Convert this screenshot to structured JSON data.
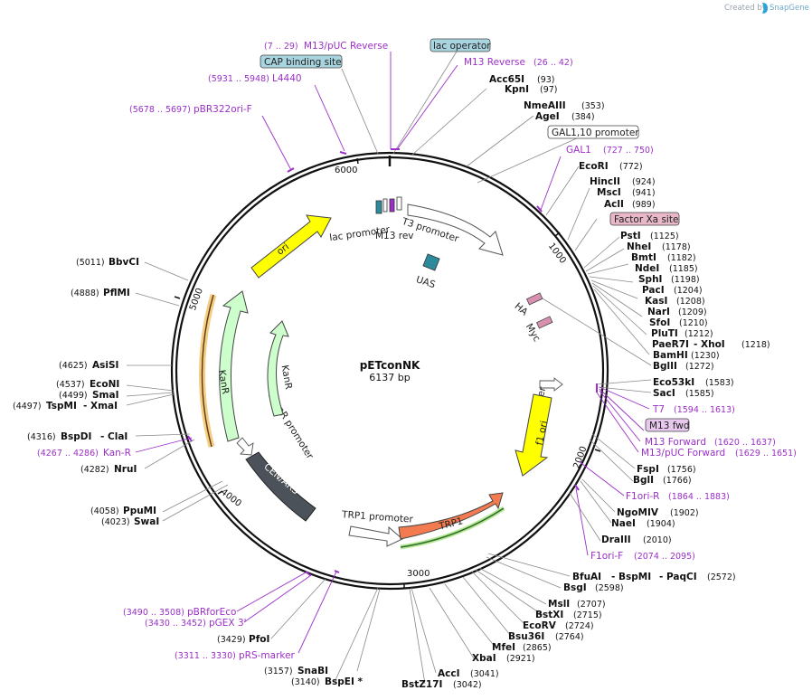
{
  "header": {
    "created_by": "Created by",
    "brand": "SnapGene"
  },
  "plasmid": {
    "name": "pETconNK",
    "length_label": "6137 bp",
    "length": 6137
  },
  "colors": {
    "backbone": "#111111",
    "primer": "#9b30c8",
    "promoter": "#ffffff",
    "ori": "#ffff00",
    "kanr": "#ccffcc",
    "trp1": "#f47b50",
    "cen_ars": "#4b5259",
    "uas": "#2b8a9b",
    "tag": "#d98fb0",
    "misc_box_blue": "#a8d4e0",
    "misc_box_pink": "#e8b8c8"
  },
  "ticks": [
    "1000",
    "2000",
    "3000",
    "4000",
    "5000",
    "6000"
  ],
  "features": [
    {
      "id": "f_ori",
      "label": "ori"
    },
    {
      "id": "f_lac",
      "label": "lac promoter"
    },
    {
      "id": "f_t3",
      "label": "T3 promoter"
    },
    {
      "id": "f_m13rev",
      "label": "M13 rev"
    },
    {
      "id": "f_uas",
      "label": "UAS"
    },
    {
      "id": "f_ha",
      "label": "HA"
    },
    {
      "id": "f_myc",
      "label": "Myc"
    },
    {
      "id": "f_t7p",
      "label": "T7 promoter"
    },
    {
      "id": "f_f1",
      "label": "f1 ori"
    },
    {
      "id": "f_trp1p",
      "label": "TRP1 promoter"
    },
    {
      "id": "f_trp1",
      "label": "TRP1"
    },
    {
      "id": "f_cen",
      "label": "CEN/ARS"
    },
    {
      "id": "f_ampr",
      "label": "AmpR promoter"
    },
    {
      "id": "f_kanr1",
      "label": "KanR"
    },
    {
      "id": "f_kanr2",
      "label": "KanR"
    }
  ],
  "boxes": {
    "lac_operator": "lac operator",
    "cap_site": "CAP binding site",
    "gal_promoter": "GAL1,10 promoter",
    "factor_xa": "Factor Xa site",
    "m13_fwd": "M13 fwd"
  },
  "primers": [
    {
      "id": "p1",
      "name": "M13/pUC Reverse",
      "pos": "(7 .. 29)"
    },
    {
      "id": "p2",
      "name": "M13 Reverse",
      "pos": "(26 .. 42)"
    },
    {
      "id": "p3",
      "name": "L4440",
      "pos": "(5931 .. 5948)"
    },
    {
      "id": "p4",
      "name": "pBR322ori-F",
      "pos": "(5678 .. 5697)"
    },
    {
      "id": "p5",
      "name": "GAL1",
      "pos": "(727 .. 750)"
    },
    {
      "id": "p6",
      "name": "T7",
      "pos": "(1594 .. 1613)"
    },
    {
      "id": "p7",
      "name": "M13 Forward",
      "pos": "(1620 .. 1637)"
    },
    {
      "id": "p8",
      "name": "M13/pUC Forward",
      "pos": "(1629 .. 1651)"
    },
    {
      "id": "p9",
      "name": "F1ori-R",
      "pos": "(1864 .. 1883)"
    },
    {
      "id": "p10",
      "name": "F1ori-F",
      "pos": "(2074 .. 2095)"
    },
    {
      "id": "p11",
      "name": "Kan-R",
      "pos": "(4267 .. 4286)"
    },
    {
      "id": "p12",
      "name": "pBRforEco",
      "pos": "(3490 .. 3508)"
    },
    {
      "id": "p13",
      "name": "pGEX 3'",
      "pos": "(3430 .. 3452)"
    },
    {
      "id": "p14",
      "name": "pRS-marker",
      "pos": "(3311 .. 3330)"
    }
  ],
  "enzymes": [
    {
      "id": "e_acc65",
      "name": "Acc65I",
      "pos": "(93)"
    },
    {
      "id": "e_kpn",
      "name": "KpnI",
      "pos": "(97)"
    },
    {
      "id": "e_nmea",
      "name": "NmeAIII",
      "pos": "(353)"
    },
    {
      "id": "e_age",
      "name": "AgeI",
      "pos": "(384)"
    },
    {
      "id": "e_ecori",
      "name": "EcoRI",
      "pos": "(772)"
    },
    {
      "id": "e_hinc",
      "name": "HincII",
      "pos": "(924)"
    },
    {
      "id": "e_msc",
      "name": "MscI",
      "pos": "(941)"
    },
    {
      "id": "e_acl",
      "name": "AclI",
      "pos": "(989)"
    },
    {
      "id": "e_pst",
      "name": "PstI",
      "pos": "(1125)"
    },
    {
      "id": "e_nhe",
      "name": "NheI",
      "pos": "(1178)"
    },
    {
      "id": "e_bmt",
      "name": "BmtI",
      "pos": "(1182)"
    },
    {
      "id": "e_nde",
      "name": "NdeI",
      "pos": "(1185)"
    },
    {
      "id": "e_sph",
      "name": "SphI",
      "pos": "(1198)"
    },
    {
      "id": "e_pac",
      "name": "PacI",
      "pos": "(1204)"
    },
    {
      "id": "e_kas",
      "name": "KasI",
      "pos": "(1208)"
    },
    {
      "id": "e_nar",
      "name": "NarI",
      "pos": "(1209)"
    },
    {
      "id": "e_sfo",
      "name": "SfoI",
      "pos": "(1210)"
    },
    {
      "id": "e_plut",
      "name": "PluTI",
      "pos": "(1212)"
    },
    {
      "id": "e_paer7",
      "name": "PaeR7I",
      "pos": ""
    },
    {
      "id": "e_xho",
      "name": "- XhoI",
      "pos": "(1218)"
    },
    {
      "id": "e_bamh",
      "name": "BamHI",
      "pos": "(1230)"
    },
    {
      "id": "e_bgl2",
      "name": "BglII",
      "pos": "(1272)"
    },
    {
      "id": "e_eco53",
      "name": "Eco53kI",
      "pos": "(1583)"
    },
    {
      "id": "e_sac",
      "name": "SacI",
      "pos": "(1585)"
    },
    {
      "id": "e_fsp",
      "name": "FspI",
      "pos": "(1756)"
    },
    {
      "id": "e_bgl1",
      "name": "BglI",
      "pos": "(1766)"
    },
    {
      "id": "e_ngomiv",
      "name": "NgoMIV",
      "pos": "(1902)"
    },
    {
      "id": "e_nae",
      "name": "NaeI",
      "pos": "(1904)"
    },
    {
      "id": "e_dra3",
      "name": "DraIII",
      "pos": "(2010)"
    },
    {
      "id": "e_bfua",
      "name": "BfuAI",
      "pos": ""
    },
    {
      "id": "e_bspm",
      "name": "- BspMI",
      "pos": ""
    },
    {
      "id": "e_paqc",
      "name": "- PaqCI",
      "pos": "(2572)"
    },
    {
      "id": "e_bsg",
      "name": "BsgI",
      "pos": "(2598)"
    },
    {
      "id": "e_msl",
      "name": "MslI",
      "pos": "(2707)"
    },
    {
      "id": "e_bstx",
      "name": "BstXI",
      "pos": "(2715)"
    },
    {
      "id": "e_ecorv",
      "name": "EcoRV",
      "pos": "(2724)"
    },
    {
      "id": "e_bsu36",
      "name": "Bsu36I",
      "pos": "(2764)"
    },
    {
      "id": "e_mfe",
      "name": "MfeI",
      "pos": "(2865)"
    },
    {
      "id": "e_xba",
      "name": "XbaI",
      "pos": "(2921)"
    },
    {
      "id": "e_acc",
      "name": "AccI",
      "pos": "(3041)"
    },
    {
      "id": "e_bstz17",
      "name": "BstZ17I",
      "pos": "(3042)"
    },
    {
      "id": "e_bspe",
      "name": "BspEI *",
      "pos": "(3140)"
    },
    {
      "id": "e_snab",
      "name": "SnaBI",
      "pos": "(3157)"
    },
    {
      "id": "e_pfo",
      "name": "PfoI",
      "pos": "(3429)"
    },
    {
      "id": "e_swa",
      "name": "SwaI",
      "pos": "(4023)"
    },
    {
      "id": "e_ppum",
      "name": "PpuMI",
      "pos": "(4058)"
    },
    {
      "id": "e_nru",
      "name": "NruI",
      "pos": "(4282)"
    },
    {
      "id": "e_bspd",
      "name": "BspDI",
      "pos": "(4316)"
    },
    {
      "id": "e_cla",
      "name": "- ClaI",
      "pos": ""
    },
    {
      "id": "e_tspm",
      "name": "TspMI",
      "pos": "(4497)"
    },
    {
      "id": "e_xma",
      "name": "- XmaI",
      "pos": ""
    },
    {
      "id": "e_sma",
      "name": "SmaI",
      "pos": "(4499)"
    },
    {
      "id": "e_econ",
      "name": "EcoNI",
      "pos": "(4537)"
    },
    {
      "id": "e_asis",
      "name": "AsiSI",
      "pos": "(4625)"
    },
    {
      "id": "e_pflm",
      "name": "PflMI",
      "pos": "(4888)"
    },
    {
      "id": "e_bbvc",
      "name": "BbvCI",
      "pos": "(5011)"
    }
  ]
}
